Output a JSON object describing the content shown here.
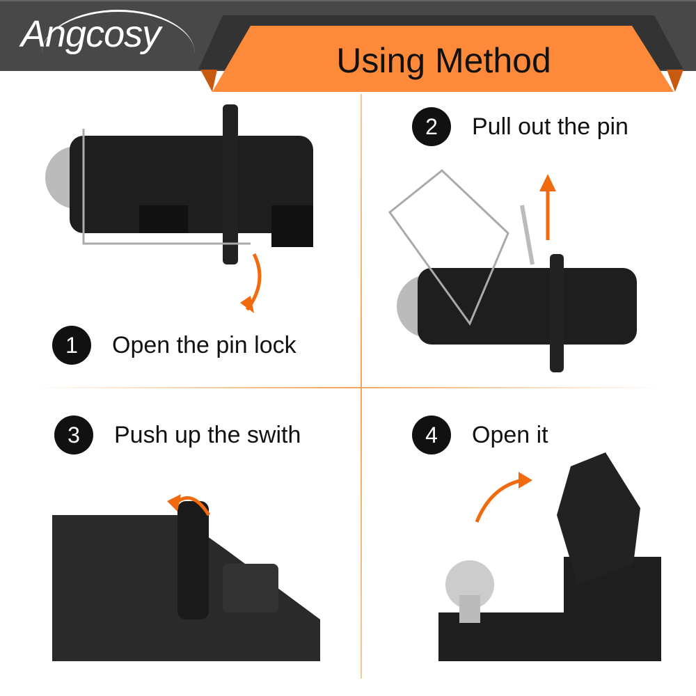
{
  "header": {
    "brand": "Angcosy",
    "title": "Using Method"
  },
  "colors": {
    "header_bg": "#484848",
    "banner_orange": "#fd8a3b",
    "banner_shadow": "#c85a10",
    "step_badge": "#111111",
    "arrow_orange": "#f26a10"
  },
  "steps": [
    {
      "number": "1",
      "label": "Open the pin lock"
    },
    {
      "number": "2",
      "label": "Pull out the pin"
    },
    {
      "number": "3",
      "label": "Push up the swith"
    },
    {
      "number": "4",
      "label": "Open it"
    }
  ]
}
